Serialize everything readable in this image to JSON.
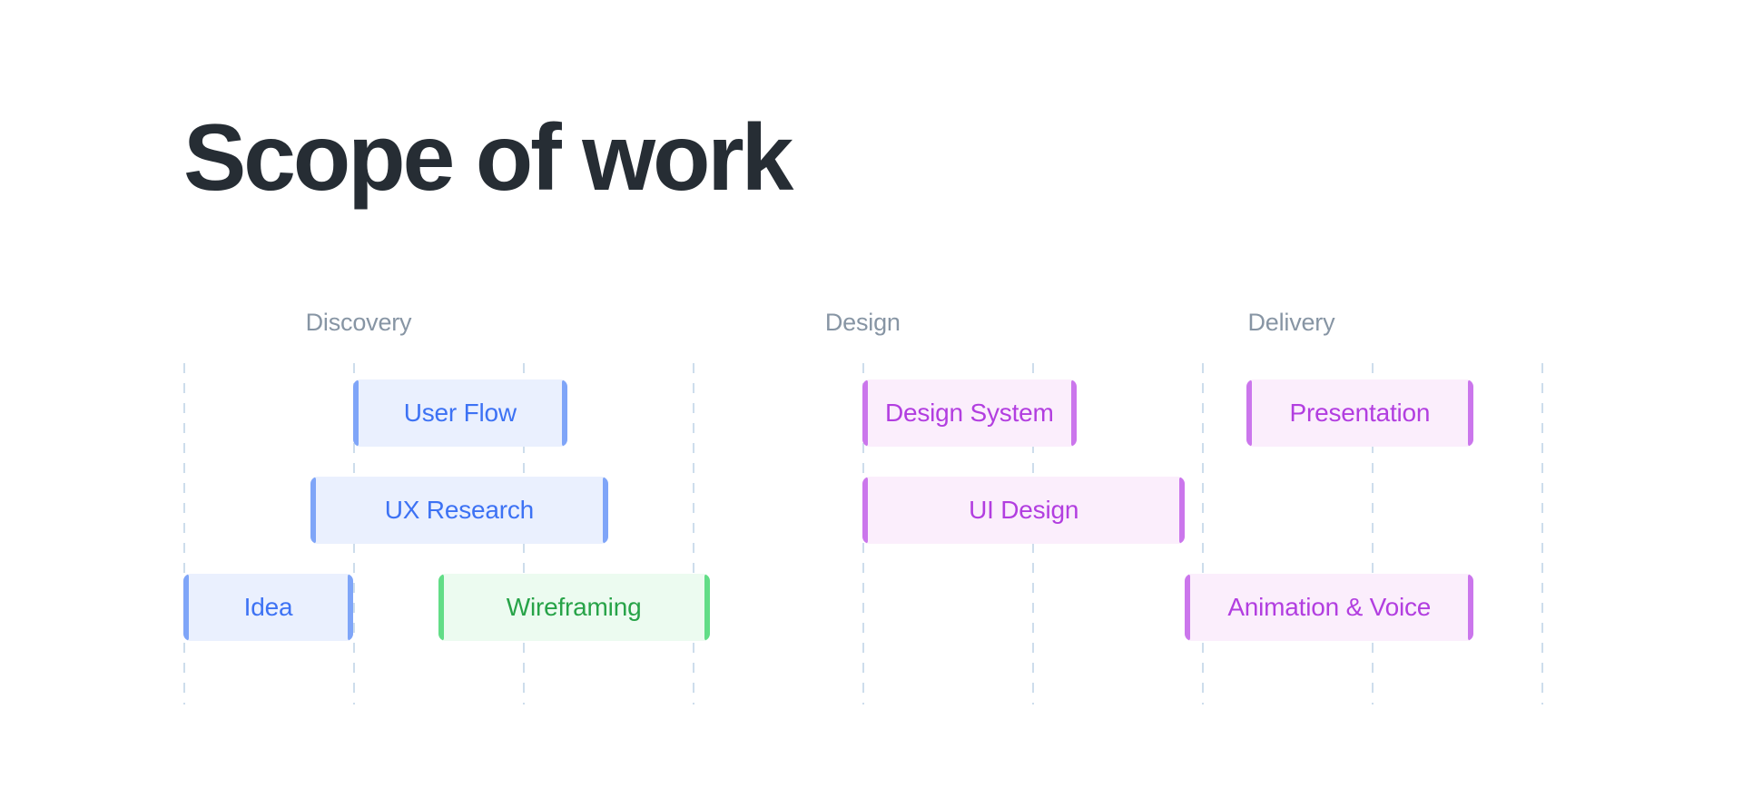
{
  "page": {
    "title": "Scope of work",
    "background_color": "#ffffff",
    "title_color": "#262d34"
  },
  "chart_data": {
    "type": "bar",
    "chart_subtype": "gantt-timeline",
    "title": "Scope of work",
    "xlabel": "",
    "ylabel": "",
    "grid": true,
    "grid_style": "vertical dashed lines",
    "grid_color": "#cdddec",
    "legend_position": "none",
    "x_axis": {
      "unit": "timeline column",
      "range": [
        0,
        8
      ],
      "tick_count": 9,
      "tick_positions": [
        0,
        1,
        2,
        3,
        4,
        5,
        6,
        7,
        8
      ]
    },
    "phases": [
      {
        "name": "Discovery",
        "label_x": 0.72,
        "color": "#8795a4"
      },
      {
        "name": "Design",
        "label_x": 3.78,
        "color": "#8795a4"
      },
      {
        "name": "Delivery",
        "label_x": 6.27,
        "color": "#8795a4"
      }
    ],
    "rows": [
      {
        "row_index": 0,
        "tasks": [
          {
            "label": "User Flow",
            "start": 1.0,
            "end": 2.26,
            "duration": 1.26,
            "color_group": "blue",
            "fill": "#eaf0fe",
            "accent": "#7fa5f8",
            "text_color": "#3d72f4"
          },
          {
            "label": "Design System",
            "start": 4.0,
            "end": 5.26,
            "duration": 1.26,
            "color_group": "purple",
            "fill": "#fbeefc",
            "accent": "#cb76ec",
            "text_color": "#b23ee0"
          },
          {
            "label": "Presentation",
            "start": 6.26,
            "end": 7.6,
            "duration": 1.34,
            "color_group": "purple",
            "fill": "#fbeefc",
            "accent": "#cb76ec",
            "text_color": "#b23ee0"
          }
        ]
      },
      {
        "row_index": 1,
        "tasks": [
          {
            "label": "UX Research",
            "start": 0.75,
            "end": 2.5,
            "duration": 1.75,
            "color_group": "blue",
            "fill": "#eaf0fe",
            "accent": "#7fa5f8",
            "text_color": "#3d72f4"
          },
          {
            "label": "UI Design",
            "start": 4.0,
            "end": 5.9,
            "duration": 1.9,
            "color_group": "purple",
            "fill": "#fbeefc",
            "accent": "#cb76ec",
            "text_color": "#b23ee0"
          }
        ]
      },
      {
        "row_index": 2,
        "tasks": [
          {
            "label": "Idea",
            "start": 0.0,
            "end": 1.0,
            "duration": 1.0,
            "color_group": "blue",
            "fill": "#eaf0fe",
            "accent": "#7fa5f8",
            "text_color": "#3d72f4"
          },
          {
            "label": "Wireframing",
            "start": 1.5,
            "end": 3.1,
            "duration": 1.6,
            "color_group": "green",
            "fill": "#ecfbf0",
            "accent": "#62dd87",
            "text_color": "#27a348"
          },
          {
            "label": "Animation & Voice",
            "start": 5.9,
            "end": 7.6,
            "duration": 1.7,
            "color_group": "purple",
            "fill": "#fbeefc",
            "accent": "#cb76ec",
            "text_color": "#b23ee0"
          }
        ]
      }
    ]
  }
}
